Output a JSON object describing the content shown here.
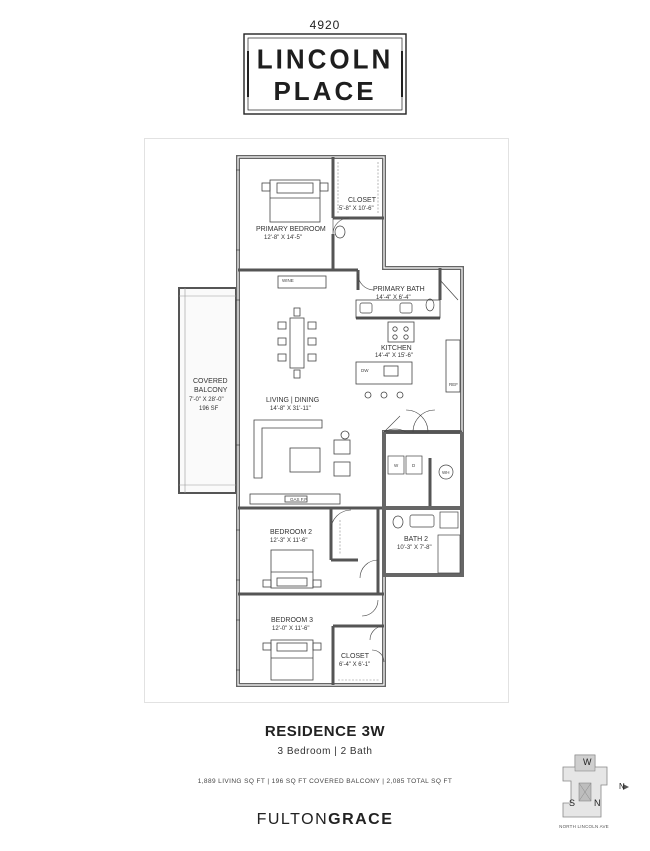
{
  "logo": {
    "number": "4920",
    "line1": "LINCOLN",
    "line2": "PLACE"
  },
  "rooms": {
    "primary_bedroom": {
      "name": "PRIMARY BEDROOM",
      "dims": "12'-8\" X 14'-5\""
    },
    "closet_primary": {
      "name": "CLOSET",
      "dims": "5'-8\" X 10'-6\""
    },
    "primary_bath": {
      "name": "PRIMARY BATH",
      "dims": "14'-4\" X 6'-4\""
    },
    "kitchen": {
      "name": "KITCHEN",
      "dims": "14'-4\" X 15'-6\""
    },
    "living_dining": {
      "name": "LIVING | DINING",
      "dims": "14'-8\" X 31'-11\""
    },
    "covered_balcony": {
      "name": "COVERED",
      "name2": "BALCONY",
      "dims": "7'-0\" X 28'-0\"",
      "area": "196 SF"
    },
    "bedroom2": {
      "name": "BEDROOM 2",
      "dims": "12'-3\" X 11'-6\""
    },
    "bath2": {
      "name": "BATH 2",
      "dims": "10'-3\" X 7'-8\""
    },
    "bedroom3": {
      "name": "BEDROOM 3",
      "dims": "12'-0\" X 11'-6\""
    },
    "closet_bed3": {
      "name": "CLOSET",
      "dims": "6'-4\" X 6'-1\""
    }
  },
  "fixtures": {
    "wine": "WINE",
    "gas_fp": "GAS F.P.",
    "dw": "DW",
    "ref": "REF",
    "washer": "W",
    "dryer": "D",
    "water_heater": "WH"
  },
  "residence": {
    "title": "RESIDENCE 3W",
    "beds_baths": "3 Bedroom | 2 Bath",
    "sqft": "1,889 LIVING SQ FT | 196 SQ FT COVERED BALCONY | 2,085 TOTAL SQ FT"
  },
  "brand": {
    "part1": "FULTON",
    "part2": "GRACE"
  },
  "keyplan": {
    "w": "W",
    "s": "S",
    "n": "N",
    "north_arrow": "N",
    "street": "NORTH LINCOLN AVE"
  }
}
